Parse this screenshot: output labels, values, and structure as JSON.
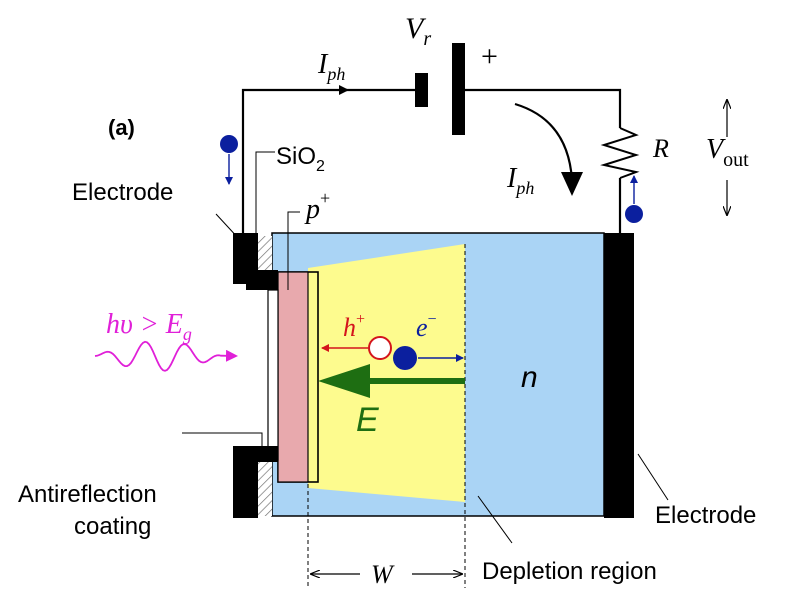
{
  "panel_label": "(a)",
  "labels": {
    "current_top": "I",
    "current_top_sub": "ph",
    "bias_voltage": "V",
    "bias_voltage_sub": "r",
    "plus_sign": "+",
    "current_right": "I",
    "current_right_sub": "ph",
    "resistor": "R",
    "vout": "V",
    "vout_sub": "out",
    "oxide": "SiO",
    "oxide_sub": "2",
    "electrode_left": "Electrode",
    "p_region": "p",
    "p_region_sup": "+",
    "photon": "hυ > E",
    "photon_sub": "g",
    "hole": "h",
    "hole_sup": "+",
    "electron": "e",
    "electron_sup": "−",
    "n_region": "n",
    "field": "E",
    "antireflection_line1": "Antireflection",
    "antireflection_line2": "coating",
    "electrode_right": "Electrode",
    "width": "W",
    "depletion": "Depletion region"
  },
  "colors": {
    "n_region": "#aad4f5",
    "depletion": "#fdfb8e",
    "p_region": "#e8a9ad",
    "field_arrow": "#1e6e12",
    "electron": "#0b1f9e",
    "hole_arrow": "#d4141c",
    "photon": "#e020d8",
    "electrode": "#000000"
  }
}
